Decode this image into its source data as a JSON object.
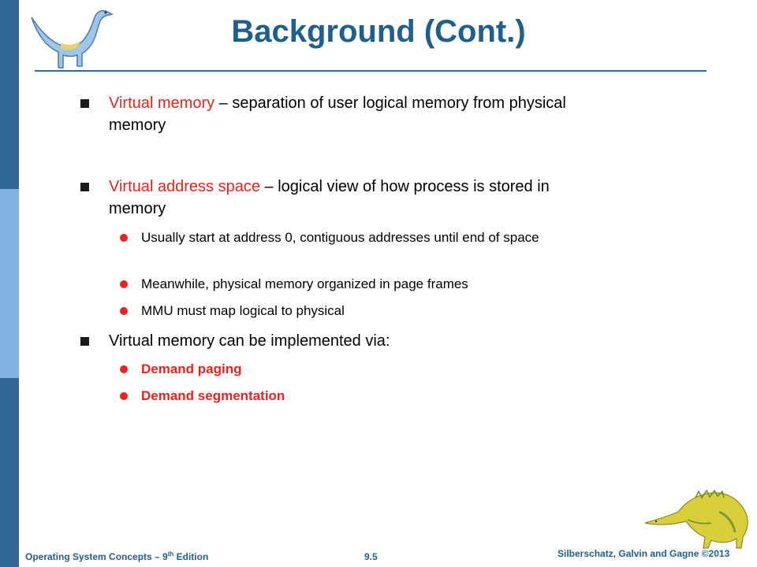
{
  "slide": {
    "title": "Background (Cont.)",
    "bullets": [
      {
        "term": "Virtual memory",
        "rest": " – separation of user logical memory from physical memory"
      },
      {
        "term": "Virtual address space",
        "rest": " – logical view of how process is stored in memory"
      },
      {
        "term": "",
        "rest": "Virtual memory can be implemented via:"
      }
    ],
    "sub_bullets_address_space": [
      "Usually start at address 0, contiguous addresses until end of space",
      "Meanwhile, physical memory organized in page frames",
      "MMU must map logical to physical"
    ],
    "sub_bullets_implementation": [
      "Demand paging",
      "Demand segmentation"
    ]
  },
  "footer": {
    "book_prefix": "Operating System Concepts – 9",
    "book_sup": "th",
    "book_suffix": " Edition",
    "page_number": "9.5",
    "copyright": "Silberschatz, Galvin and Gagne ©2013"
  },
  "colors": {
    "title_blue": "#1f5f8b",
    "accent_red": "#e8221c",
    "bar_dark": "#336699",
    "bar_light": "#7fb2e0"
  },
  "icons": {
    "top_left": "dinosaur-logo-icon",
    "bottom_right": "dinosaur-logo-icon"
  }
}
